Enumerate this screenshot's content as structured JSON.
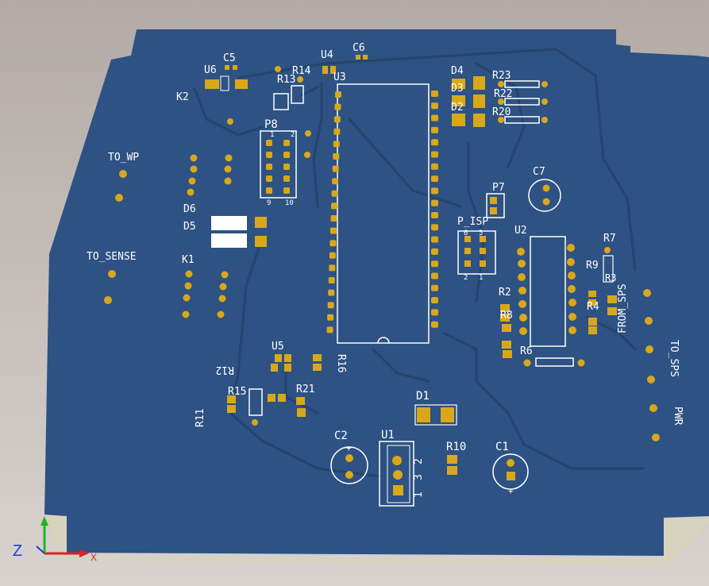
{
  "colors": {
    "background_top": "#b4aba6",
    "background_bottom": "#d6d0cc",
    "board": "#2d5283",
    "board_edge": "#d8d3bf",
    "trace": "#25446e",
    "pad": "#d9a81a",
    "silk": "#ffffff",
    "axis_x": "#e0202a",
    "axis_y": "#1fb526",
    "axis_z": "#1c3bd0"
  },
  "labels": {
    "C5": "C5",
    "U6": "U6",
    "K2": "K2",
    "R14": "R14",
    "U4": "U4",
    "C6": "C6",
    "R13": "R13",
    "U3": "U3",
    "D4": "D4",
    "D3": "D3",
    "D2": "D2",
    "R23": "R23",
    "R22": "R22",
    "R20": "R20",
    "P8": "P8",
    "TO_WP": "TO_WP",
    "D6": "D6",
    "D5": "D5",
    "TO_SENSE": "TO_SENSE",
    "K1": "K1",
    "C7": "C7",
    "P7": "P7",
    "P_ISP": "P_ISP",
    "U2": "U2",
    "R7": "R7",
    "R9": "R9",
    "R3": "R3",
    "FROM_SPS": "FROM_SPS",
    "R2": "R2",
    "R4": "R4",
    "R8": "R8",
    "R6": "R6",
    "TO_SPS": "TO_SPS",
    "PWR": "PWR",
    "U5": "U5",
    "R16": "R16",
    "R12": "R12",
    "R15": "R15",
    "R21": "R21",
    "R11": "R11",
    "D1": "D1",
    "C2": "C2",
    "U1": "U1",
    "R10": "R10",
    "C1": "C1"
  },
  "pin_numbers": {
    "p8_top_left": "1",
    "p8_top_right": "2",
    "p8_bottom_left": "9",
    "p8_bottom_right": "10",
    "isp_top_left": "6",
    "isp_top_right": "5",
    "isp_bottom_left": "2",
    "isp_bottom_right": "1",
    "u1_pin1": "1",
    "u1_pin3": "3",
    "u1_pin2": "2"
  },
  "polarity": {
    "plus": "+"
  },
  "axes": {
    "z": "Z",
    "x": "X"
  }
}
